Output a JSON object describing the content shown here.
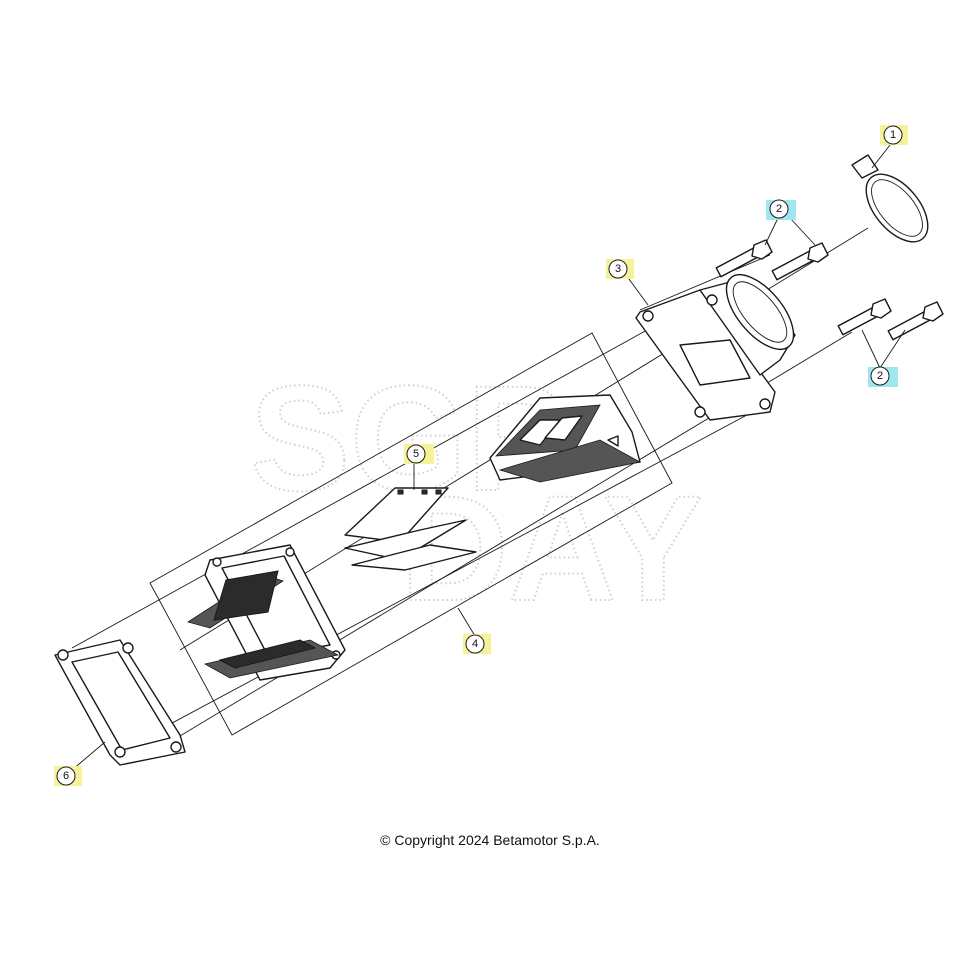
{
  "callouts": [
    {
      "id": "1",
      "label": "1",
      "kind": "yellow"
    },
    {
      "id": "2a",
      "label": "2",
      "kind": "cyan"
    },
    {
      "id": "2b",
      "label": "2",
      "kind": "cyan"
    },
    {
      "id": "3",
      "label": "3",
      "kind": "yellow"
    },
    {
      "id": "4",
      "label": "4",
      "kind": "yellow"
    },
    {
      "id": "5",
      "label": "5",
      "kind": "yellow"
    },
    {
      "id": "6",
      "label": "6",
      "kind": "yellow"
    }
  ],
  "colors": {
    "callout_yellow": "#f6f29a",
    "callout_cyan": "#9fe7ef",
    "line": "#1a1a1a",
    "watermark": "#cfcfcf"
  },
  "watermark": {
    "line1": "SGP",
    "line2": "DAY"
  },
  "copyright": "© Copyright 2024 Betamotor S.p.A."
}
